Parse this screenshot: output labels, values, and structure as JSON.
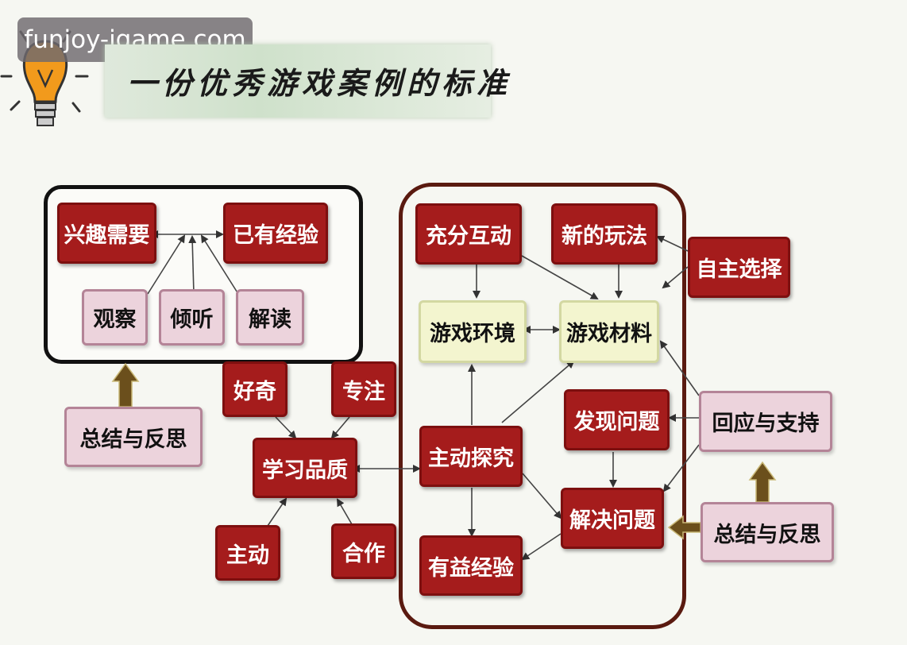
{
  "watermark": "funjoy-igame.com",
  "title": "一份优秀游戏案例的标准",
  "nodes": {
    "interest": "兴趣需要",
    "experience": "已有经验",
    "observe": "观察",
    "listen": "倾听",
    "interpret": "解读",
    "summary_left": "总结与反思",
    "curious": "好奇",
    "focus": "专注",
    "learning": "学习品质",
    "initiative": "主动",
    "cooperate": "合作",
    "interaction": "充分互动",
    "new_play": "新的玩法",
    "choice": "自主选择",
    "environment": "游戏环境",
    "materials": "游戏材料",
    "explore": "主动探究",
    "find_problem": "发现问题",
    "respond": "回应与支持",
    "solve": "解决问题",
    "summary_right": "总结与反思",
    "benefit": "有益经验"
  },
  "colors": {
    "red": "#a51c1c",
    "pink": "#ecd3dc",
    "yellow": "#f3f5cf",
    "frame_right": "#5a1a10",
    "arrow_brown": "#6b4f1c"
  }
}
